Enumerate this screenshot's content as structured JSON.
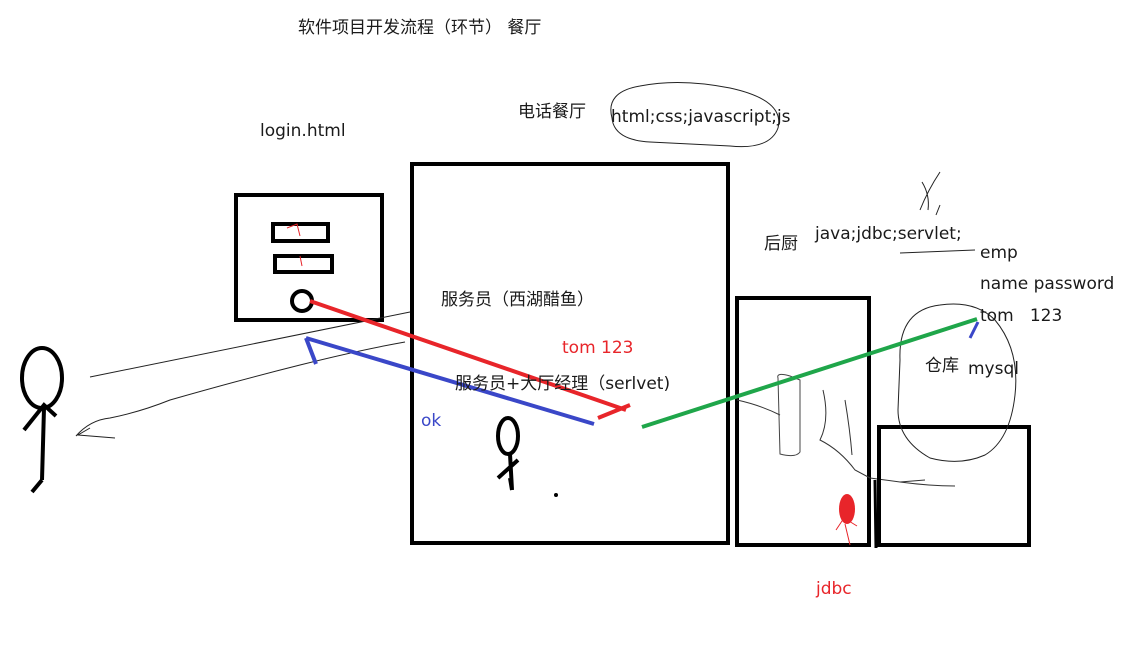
{
  "title": "软件项目开发流程（环节） 餐厅",
  "labels": {
    "login_html": "login.html",
    "phone_restaurant": "电话餐厅",
    "frontend_tech": "html;css;javascript;js",
    "kitchen": "后厨",
    "backend_tech": "java;jdbc;servlet;",
    "table_name": "emp",
    "table_columns": "name password",
    "table_row": "tom   123",
    "waiter": "服务员（西湖醋鱼）",
    "tom_request": "tom 123",
    "waiter_servlet": "服务员+大厅经理（serlvet)",
    "ok": "ok",
    "warehouse": "仓库",
    "mysql": "mysql",
    "jdbc": "jdbc"
  },
  "colors": {
    "ink": "#000000",
    "request_arrow": "#e8252a",
    "response_arrow": "#3a47c8",
    "db_arrow": "#1fa64a",
    "jdbc_figure": "#e8252a"
  }
}
